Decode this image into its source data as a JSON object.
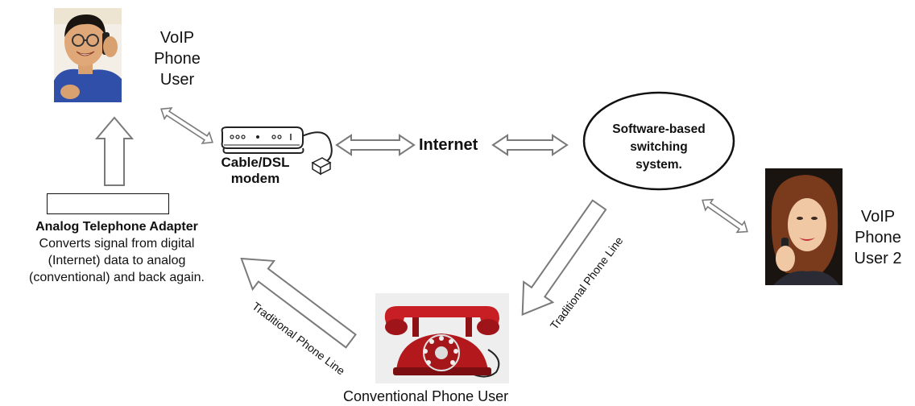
{
  "nodes": {
    "voip_user_1": {
      "lines": [
        "VoIP",
        "Phone",
        "User"
      ]
    },
    "voip_user_2": {
      "lines": [
        "VoIP",
        "Phone",
        "User 2"
      ]
    },
    "modem": {
      "lines": [
        "Cable/DSL",
        "modem"
      ]
    },
    "internet": {
      "label": "Internet"
    },
    "switch": {
      "lines": [
        "Software-based",
        "switching",
        "system."
      ]
    },
    "ata": {
      "title": "Analog Telephone Adapter",
      "desc_lines": [
        "Converts signal from digital",
        "(Internet) data to analog",
        "(conventional) and back again."
      ]
    },
    "conventional": {
      "label": "Conventional Phone User"
    }
  },
  "edges": {
    "line_left": "Traditional Phone Line",
    "line_right": "Traditional Phone Line"
  },
  "colors": {
    "arrow_stroke": "#7a7a7a",
    "arrow_fill": "#ffffff",
    "text": "#111111",
    "phone_red": "#b3181c",
    "photo_bg": "#e8e8e8"
  },
  "icons": {
    "voip_user_1_photo": "man-on-phone-photo",
    "voip_user_2_photo": "woman-on-phone-photo",
    "modem_icon": "modem-icon",
    "conventional_phone": "red-rotary-phone-photo",
    "ata_box": "adapter-box-icon"
  }
}
